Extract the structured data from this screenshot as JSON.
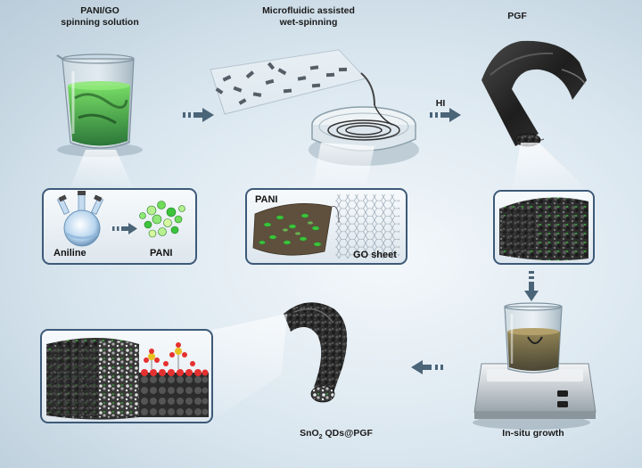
{
  "labels": {
    "step1_line1": "PANI/GO",
    "step1_line2": "spinning solution",
    "step2_line1": "Microfluidic assisted",
    "step2_line2": "wet-spinning",
    "step3": "PGF",
    "arrow_hi": "HI",
    "box1_left": "Aniline",
    "box1_right": "PANI",
    "box2_top": "PANI",
    "box2_bottom": "GO sheet",
    "step4": "In-situ growth",
    "step5_prefix": "SnO",
    "step5_sub": "2",
    "step5_suffix": " QDs@PGF"
  },
  "colors": {
    "accent_green": "#3cc43c",
    "fiber_dark": "#2a2a2a",
    "box_border": "#3d5a78",
    "arrow": "#4a6478"
  }
}
